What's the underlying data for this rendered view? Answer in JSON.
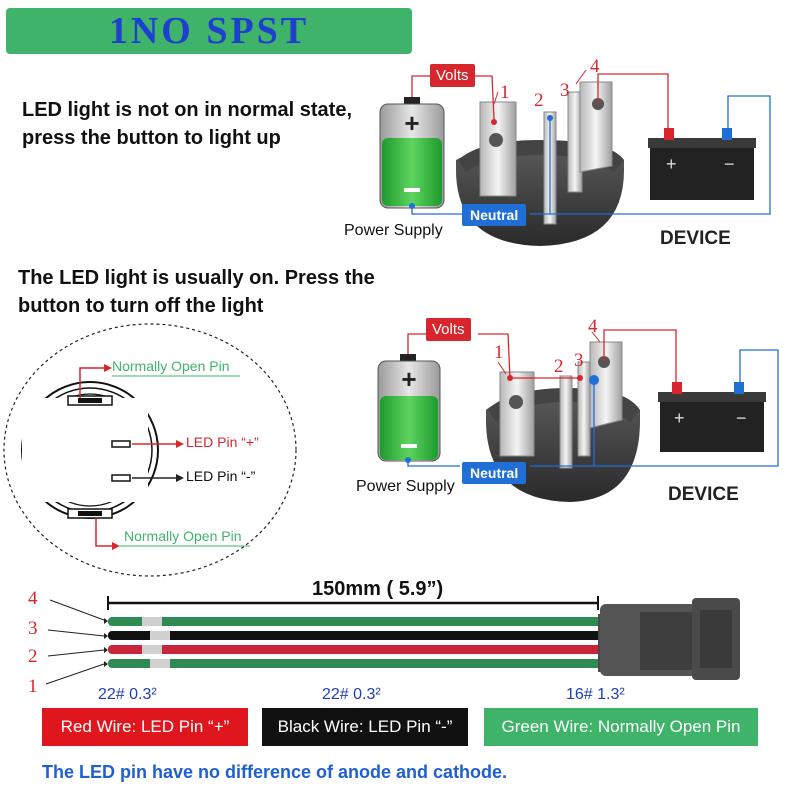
{
  "title": "1NO  SPST",
  "section1": {
    "description": [
      "LED light is not on in normal state,",
      "press the button to light up"
    ],
    "volts_label": "Volts",
    "neutral_label": "Neutral",
    "power_supply_label": "Power Supply",
    "device_label": "DEVICE",
    "pin_numbers": [
      "1",
      "2",
      "3",
      "4"
    ]
  },
  "section2": {
    "description": [
      "The LED light is usually on. Press the",
      "button to turn off the light"
    ],
    "volts_label": "Volts",
    "neutral_label": "Neutral",
    "power_supply_label": "Power Supply",
    "device_label": "DEVICE",
    "pin_numbers": [
      "1",
      "2",
      "3",
      "4"
    ]
  },
  "pinout": {
    "normally_open_top": "Normally Open Pin",
    "led_plus": "LED Pin “+”",
    "led_minus": "LED Pin “-”",
    "normally_open_bottom": "Normally Open Pin"
  },
  "cable": {
    "length_label": "150mm ( 5.9”)",
    "wire_numbers": [
      "4",
      "3",
      "2",
      "1"
    ],
    "sizes": [
      "22#  0.3²",
      "22#  0.3²",
      "16#  1.3²"
    ]
  },
  "legend": {
    "red": "Red  Wire: LED Pin “+”",
    "black": "Black  Wire: LED Pin “-”",
    "green": "Green  Wire: Normally Open Pin",
    "colors": {
      "red": "#e0161e",
      "black": "#111111",
      "green": "#3fb36a"
    }
  },
  "footnote": "The LED pin have no difference of anode and cathode."
}
